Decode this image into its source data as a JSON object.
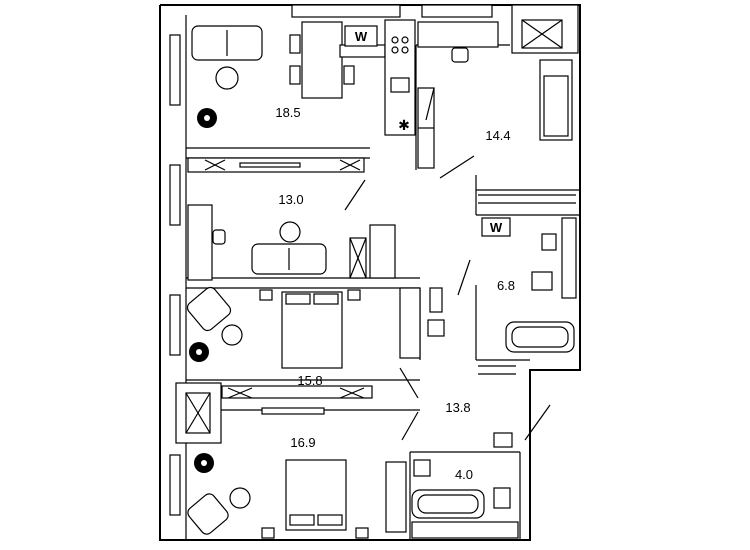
{
  "rooms": [
    {
      "id": "living-kitchen",
      "area": "18.5"
    },
    {
      "id": "study-bedroom",
      "area": "14.4"
    },
    {
      "id": "living-room",
      "area": "13.0"
    },
    {
      "id": "bathroom-main",
      "area": "6.8"
    },
    {
      "id": "bedroom-1",
      "area": "15.8"
    },
    {
      "id": "hallway",
      "area": "13.8"
    },
    {
      "id": "bedroom-2",
      "area": "16.9"
    },
    {
      "id": "bathroom-small",
      "area": "4.0"
    }
  ],
  "markers": {
    "washer_1": "W",
    "washer_2": "W"
  }
}
